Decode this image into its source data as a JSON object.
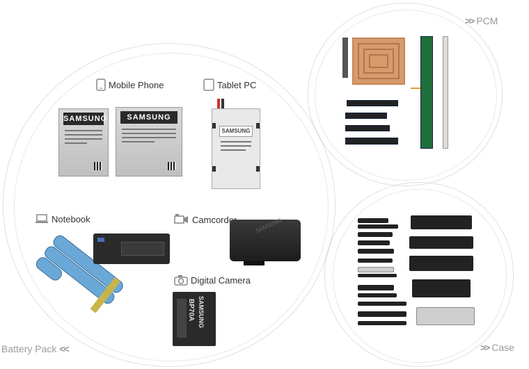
{
  "battery_pack": {
    "title": "Battery Pack",
    "arrow": "<<",
    "items": [
      {
        "label": "Mobile Phone",
        "icon": "mobile-phone-icon"
      },
      {
        "label": "Tablet PC",
        "icon": "tablet-icon"
      },
      {
        "label": "Notebook",
        "icon": "notebook-icon"
      },
      {
        "label": "Camcorder",
        "icon": "camcorder-icon"
      },
      {
        "label": "Digital Camera",
        "icon": "camera-icon"
      }
    ],
    "brand": "SAMSUNG",
    "camera_battery_model": "BP70A"
  },
  "pcm": {
    "title": "PCM",
    "arrow": ">>"
  },
  "case": {
    "title": "Case",
    "arrow": ">>"
  }
}
